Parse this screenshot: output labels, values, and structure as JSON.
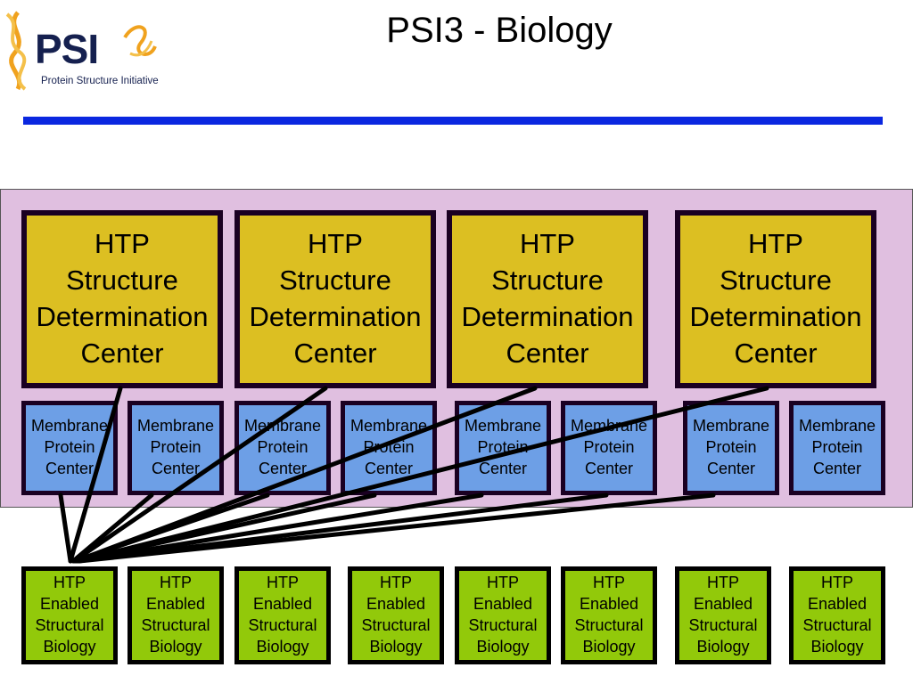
{
  "header": {
    "title": "PSI3 - Biology",
    "logo_word": "PSI",
    "logo_subtitle": "Protein Structure Initiative"
  },
  "colors": {
    "rule": "#0a27e0",
    "band": "#e0bfe0",
    "htp_center": "#dcbf22",
    "membrane_center": "#6d9fe6",
    "enabled_biology": "#92c90a",
    "logo_accent": "#f0a21e",
    "logo_text": "#15204f"
  },
  "diagram": {
    "htp_centers": [
      {
        "label": "HTP\nStructure\nDetermination\nCenter"
      },
      {
        "label": "HTP\nStructure\nDetermination\nCenter"
      },
      {
        "label": "HTP\nStructure\nDetermination\nCenter"
      },
      {
        "label": "HTP\nStructure\nDetermination\nCenter"
      }
    ],
    "membrane_centers": [
      {
        "label": "Membrane\nProtein\nCenter"
      },
      {
        "label": "Membrane\nProtein\nCenter"
      },
      {
        "label": "Membrane\nProtein\nCenter"
      },
      {
        "label": "Membrane\nProtein\nCenter"
      },
      {
        "label": "Membrane\nProtein\nCenter"
      },
      {
        "label": "Membrane\nProtein\nCenter"
      },
      {
        "label": "Membrane\nProtein\nCenter"
      },
      {
        "label": "Membrane\nProtein\nCenter"
      }
    ],
    "enabled_biology": [
      {
        "label": "HTP\nEnabled\nStructural\nBiology"
      },
      {
        "label": "HTP\nEnabled\nStructural\nBiology"
      },
      {
        "label": "HTP\nEnabled\nStructural\nBiology"
      },
      {
        "label": "HTP\nEnabled\nStructural\nBiology"
      },
      {
        "label": "HTP\nEnabled\nStructural\nBiology"
      },
      {
        "label": "HTP\nEnabled\nStructural\nBiology"
      },
      {
        "label": "HTP\nEnabled\nStructural\nBiology"
      },
      {
        "label": "HTP\nEnabled\nStructural\nBiology"
      }
    ]
  }
}
